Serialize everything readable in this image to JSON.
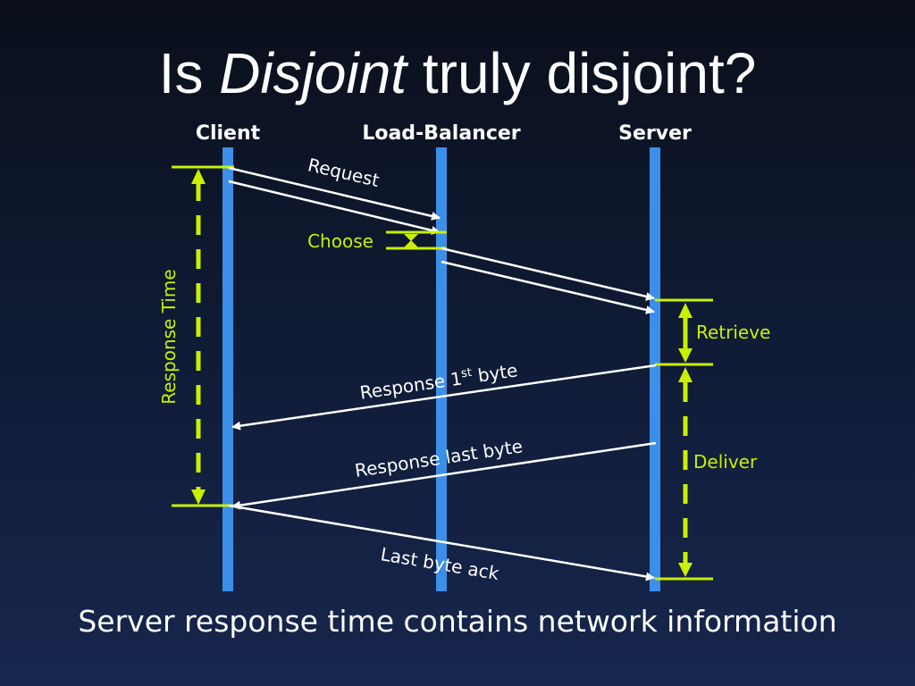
{
  "title": {
    "prefix": "Is ",
    "emphasis": "Disjoint",
    "suffix": " truly disjoint?"
  },
  "lanes": {
    "client": "Client",
    "load_balancer": "Load-Balancer",
    "server": "Server"
  },
  "messages": {
    "request": "Request",
    "response_first_prefix": "Response 1",
    "response_first_sup": "st",
    "response_first_suffix": " byte",
    "response_last": "Response last byte",
    "last_ack": "Last byte ack"
  },
  "annotations": {
    "choose": "Choose",
    "response_time": "Response Time",
    "retrieve": "Retrieve",
    "deliver": "Deliver"
  },
  "footer": "Server response time contains network information",
  "colors": {
    "lane": "#3b8fe8",
    "annotation": "#c8f000",
    "arrow": "#ffffff"
  }
}
